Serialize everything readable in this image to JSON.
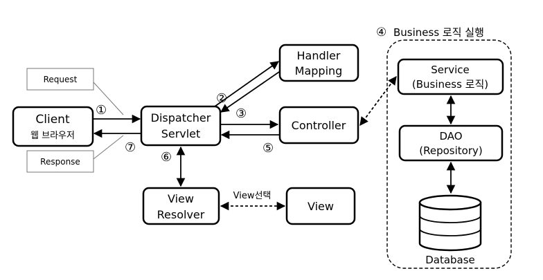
{
  "client": {
    "title": "Client",
    "subtitle": "웹 브라우저"
  },
  "request_note": "Request",
  "response_note": "Response",
  "dispatcher": {
    "line1": "Dispatcher",
    "line2": "Servlet"
  },
  "handler_mapping": {
    "line1": "Handler",
    "line2": "Mapping"
  },
  "controller": "Controller",
  "view_resolver": {
    "line1": "View",
    "line2": "Resolver"
  },
  "view": "View",
  "view_select_label": "View선택",
  "business_group": {
    "label": "Business 로직 실행",
    "step": "④"
  },
  "service": {
    "line1": "Service",
    "line2": "(Business 로직)"
  },
  "dao": {
    "line1": "DAO",
    "line2": "(Repository)"
  },
  "database": "Database",
  "steps": {
    "s1": "①",
    "s2": "②",
    "s3": "③",
    "s5": "⑤",
    "s6": "⑥",
    "s7": "⑦"
  }
}
